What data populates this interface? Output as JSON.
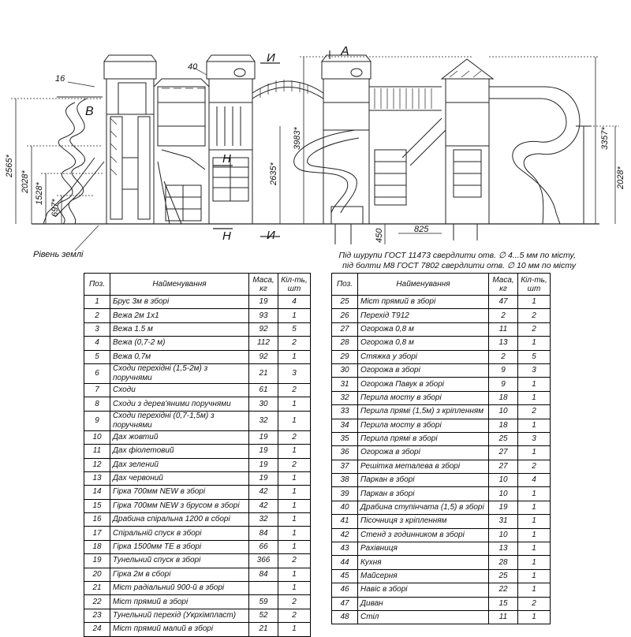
{
  "labels": {
    "pos16": "16",
    "pos40": "40",
    "B": "B",
    "A": "A",
    "I_top": "И",
    "I_bottom": "И",
    "N_top": "Н",
    "N_bottom": "Н",
    "ground": "Рівень землі",
    "d2565": "2565*",
    "d2028_left": "2028*",
    "d1528": "1528*",
    "d697": "697*",
    "d2635": "2635*",
    "d3983": "3983*",
    "d3357": "3357*",
    "d2028_right": "2028*",
    "d450": "450",
    "d825": "825"
  },
  "notes": {
    "line1": "Під шурупи ГОСТ 11473 свердлити отв. ∅ 4...5 мм по місту,",
    "line2": "під болти М8 ГОСТ 7802 свердлити отв. ∅ 10 мм по місту"
  },
  "table_headers": {
    "pos": "Поз.",
    "name": "Найменування",
    "mass": "Маса, кг",
    "qty": "Кіл-ть, шт"
  },
  "parts_left": [
    {
      "pos": "1",
      "name": "Брус 3м в зборі",
      "mass": "19",
      "qty": "4"
    },
    {
      "pos": "2",
      "name": "Вежа 2м 1х1",
      "mass": "93",
      "qty": "1"
    },
    {
      "pos": "3",
      "name": "Вежа 1.5 м",
      "mass": "92",
      "qty": "5"
    },
    {
      "pos": "4",
      "name": "Вежа (0,7-2 м)",
      "mass": "112",
      "qty": "2"
    },
    {
      "pos": "5",
      "name": "Вежа 0,7м",
      "mass": "92",
      "qty": "1"
    },
    {
      "pos": "6",
      "name": "Сходи перехідні (1,5-2м) з поручнями",
      "mass": "21",
      "qty": "3"
    },
    {
      "pos": "7",
      "name": "Сходи",
      "mass": "61",
      "qty": "2"
    },
    {
      "pos": "8",
      "name": "Сходи з дерев'яними поручнями",
      "mass": "30",
      "qty": "1"
    },
    {
      "pos": "9",
      "name": "Сходи перехідні (0,7-1,5м) з поручнями",
      "mass": "32",
      "qty": "1"
    },
    {
      "pos": "10",
      "name": "Дах жовтий",
      "mass": "19",
      "qty": "2"
    },
    {
      "pos": "11",
      "name": "Дах фіолетовий",
      "mass": "19",
      "qty": "1"
    },
    {
      "pos": "12",
      "name": "Дах зелений",
      "mass": "19",
      "qty": "2"
    },
    {
      "pos": "13",
      "name": "Дах червоний",
      "mass": "19",
      "qty": "1"
    },
    {
      "pos": "14",
      "name": "Гірка 700мм NEW в зборі",
      "mass": "42",
      "qty": "1"
    },
    {
      "pos": "15",
      "name": "Гірка 700мм NEW з брусом в зборі",
      "mass": "42",
      "qty": "1"
    },
    {
      "pos": "16",
      "name": "Драбина спіральна 1200 в сборі",
      "mass": "32",
      "qty": "1"
    },
    {
      "pos": "17",
      "name": "Спіральній спуск в зборі",
      "mass": "84",
      "qty": "1"
    },
    {
      "pos": "18",
      "name": "Гірка 1500мм ТЕ в зборі",
      "mass": "66",
      "qty": "1"
    },
    {
      "pos": "19",
      "name": "Тунельний спуск в зборі",
      "mass": "366",
      "qty": "2"
    },
    {
      "pos": "20",
      "name": "Гірка 2м в сборі",
      "mass": "84",
      "qty": "1"
    },
    {
      "pos": "21",
      "name": "Міст радіальний 900-й в зборі",
      "mass": "",
      "qty": "1"
    },
    {
      "pos": "22",
      "name": "Міст прямий в зборі",
      "mass": "59",
      "qty": "2"
    },
    {
      "pos": "23",
      "name": "Тунельний перехід (Укрхімпласт)",
      "mass": "52",
      "qty": "2"
    },
    {
      "pos": "24",
      "name": "Міст прямий малий в зборі",
      "mass": "21",
      "qty": "1"
    }
  ],
  "parts_right": [
    {
      "pos": "25",
      "name": "Міст прямий в зборі",
      "mass": "47",
      "qty": "1"
    },
    {
      "pos": "26",
      "name": "Перехід Т912",
      "mass": "2",
      "qty": "2"
    },
    {
      "pos": "27",
      "name": "Огорожа 0,8 м",
      "mass": "11",
      "qty": "2"
    },
    {
      "pos": "28",
      "name": "Огорожа 0,8 м",
      "mass": "13",
      "qty": "1"
    },
    {
      "pos": "29",
      "name": "Стяжка у зборі",
      "mass": "2",
      "qty": "5"
    },
    {
      "pos": "30",
      "name": "Огорожа в зборі",
      "mass": "9",
      "qty": "3"
    },
    {
      "pos": "31",
      "name": "Огорожа Павук в зборі",
      "mass": "9",
      "qty": "1"
    },
    {
      "pos": "32",
      "name": "Перила мосту в зборі",
      "mass": "18",
      "qty": "1"
    },
    {
      "pos": "33",
      "name": "Перила прямі (1,5м) з кріпленням",
      "mass": "10",
      "qty": "2"
    },
    {
      "pos": "34",
      "name": "Перила мосту в зборі",
      "mass": "18",
      "qty": "1"
    },
    {
      "pos": "35",
      "name": "Перила прямі в зборі",
      "mass": "25",
      "qty": "3"
    },
    {
      "pos": "36",
      "name": "Огорожа в зборі",
      "mass": "27",
      "qty": "1"
    },
    {
      "pos": "37",
      "name": "Решітка металева в зборі",
      "mass": "27",
      "qty": "2"
    },
    {
      "pos": "38",
      "name": "Паркан в зборі",
      "mass": "10",
      "qty": "4"
    },
    {
      "pos": "39",
      "name": "Паркан в зборі",
      "mass": "10",
      "qty": "1"
    },
    {
      "pos": "40",
      "name": "Драбина ступінчата (1,5) в зборі",
      "mass": "19",
      "qty": "1"
    },
    {
      "pos": "41",
      "name": "Пісочниця з кріпленням",
      "mass": "31",
      "qty": "1"
    },
    {
      "pos": "42",
      "name": "Стенд з годинником в зборі",
      "mass": "10",
      "qty": "1"
    },
    {
      "pos": "43",
      "name": "Рахівниця",
      "mass": "13",
      "qty": "1"
    },
    {
      "pos": "44",
      "name": "Кухня",
      "mass": "28",
      "qty": "1"
    },
    {
      "pos": "45",
      "name": "Майсерня",
      "mass": "25",
      "qty": "1"
    },
    {
      "pos": "46",
      "name": "Навіс в зборі",
      "mass": "22",
      "qty": "1"
    },
    {
      "pos": "47",
      "name": "Диван",
      "mass": "15",
      "qty": "2"
    },
    {
      "pos": "48",
      "name": "Стіл",
      "mass": "11",
      "qty": "1"
    }
  ]
}
